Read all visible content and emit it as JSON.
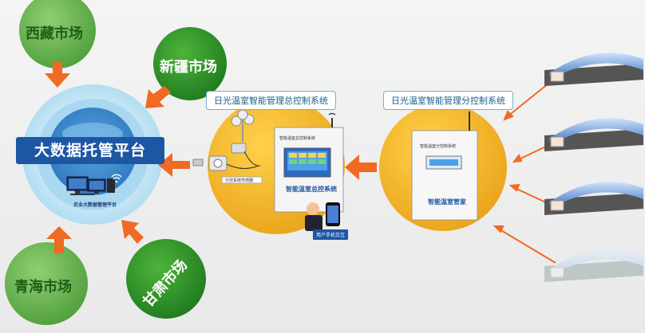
{
  "platform": {
    "title": "大数据托管平台",
    "caption": "农业大数据管理平台"
  },
  "markets": [
    {
      "label": "西藏市场"
    },
    {
      "label": "新疆市场"
    },
    {
      "label": "青海市场"
    },
    {
      "label": "甘肃市场"
    }
  ],
  "main_system": {
    "title": "日光温室智能管理总控制系统",
    "cabinet_header": "智能温室总控制系统",
    "cabinet_brand": "智能温室总控系统",
    "sensor_tag": "分控系统传感器",
    "mobile_badge": "用户手机交互"
  },
  "branch_system": {
    "title": "日光温室智能管理分控制系统",
    "cabinet_header": "智能温室分控制系统",
    "cabinet_brand": "智能温室管家"
  },
  "colors": {
    "orange_arrow": "#f06a24",
    "market_green": "#2f8f2a",
    "market_light": "#5daa4a",
    "yellow_circle": "#f1b721",
    "platform_blue": "#1d57a3"
  }
}
